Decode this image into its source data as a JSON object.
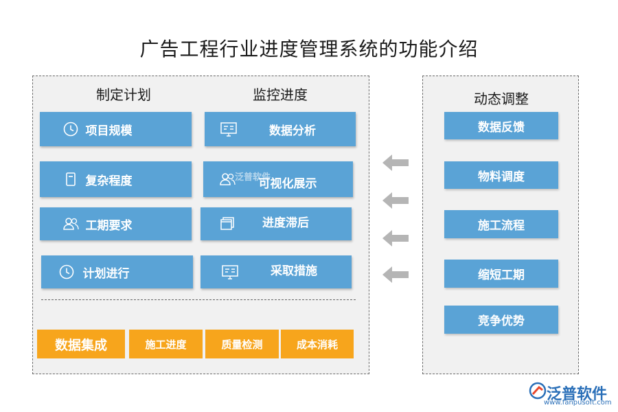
{
  "title": "广告工程行业进度管理系统的功能介绍",
  "left": {
    "col1_head": "制定计划",
    "col2_head": "监控进度",
    "col1_items": [
      {
        "label": "项目规模",
        "icon": "clock-icon"
      },
      {
        "label": "复杂程度",
        "icon": "document-icon"
      },
      {
        "label": "工期要求",
        "icon": "users-icon"
      },
      {
        "label": "计划进行",
        "icon": "clock-icon"
      }
    ],
    "col2_items": [
      {
        "label": "数据分析",
        "icon": "chart-board-icon"
      },
      {
        "label": "可视化展示",
        "icon": "users-icon"
      },
      {
        "label": "进度滞后",
        "icon": "windows-icon"
      },
      {
        "label": "采取措施",
        "icon": "chart-board-icon"
      }
    ],
    "bottom": [
      "数据集成",
      "施工进度",
      "质量检测",
      "成本消耗"
    ]
  },
  "right": {
    "head": "动态调整",
    "items": [
      "数据反馈",
      "物料调度",
      "施工流程",
      "缩短工期",
      "竞争优势"
    ]
  },
  "logo": {
    "name": "泛普软件",
    "url": "www.fanpusoft.com",
    "watermark": "泛普软件"
  },
  "colors": {
    "box_blue": "#5aa3d6",
    "orange": "#f7a51c",
    "arrow_gray": "#b5b5b5",
    "panel_bg": "#f1f1f1"
  }
}
